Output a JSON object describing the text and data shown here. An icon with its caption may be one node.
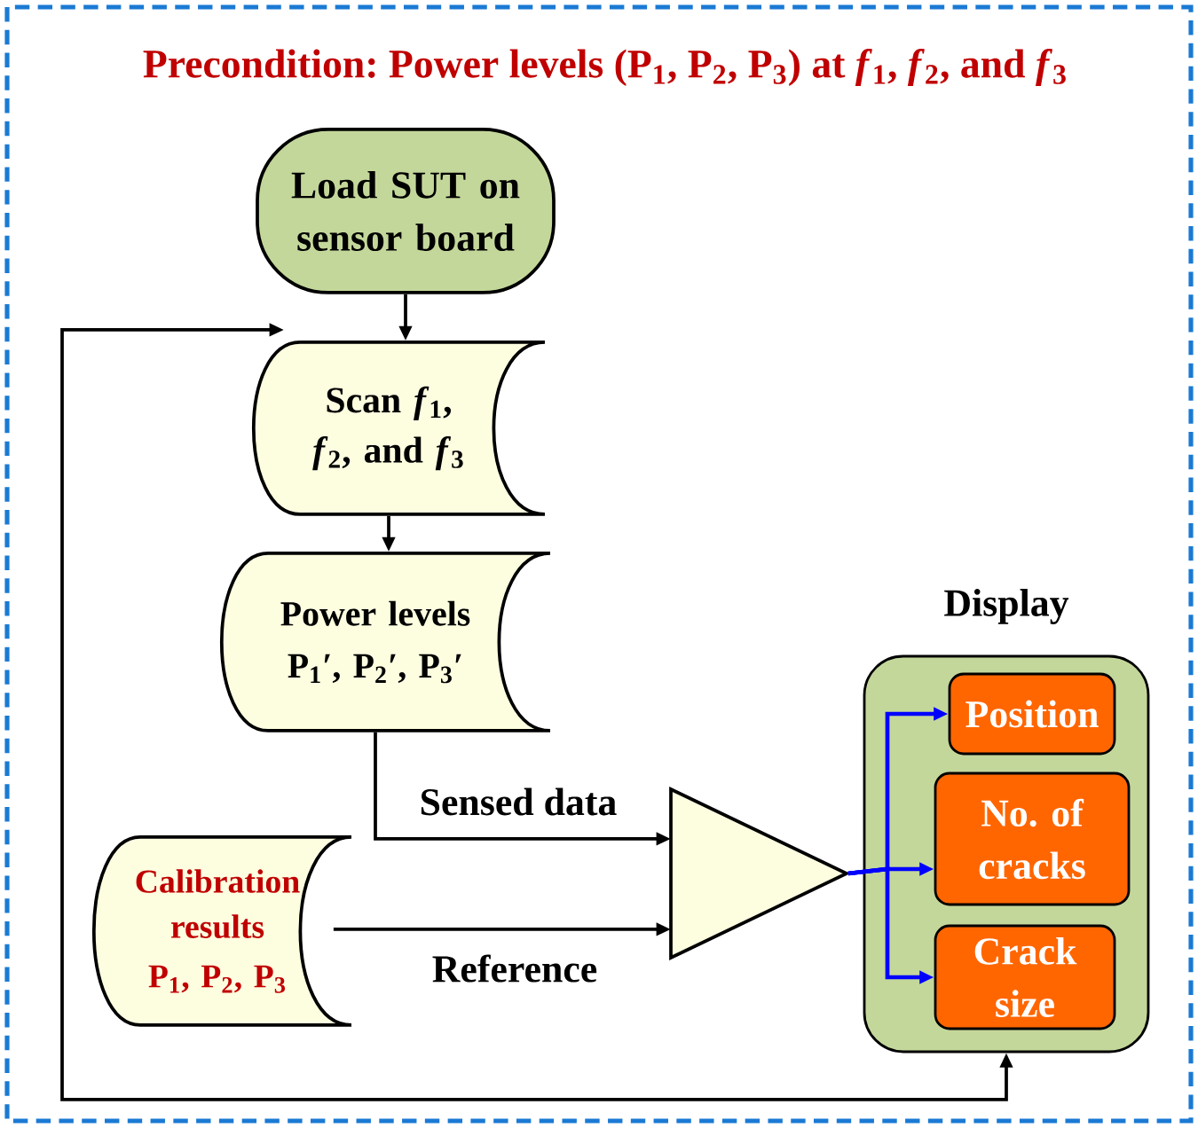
{
  "diagram": {
    "title": "Precondition: Power levels (P$_{1}$, P$_{2}$, P$_{3}$) at *f*$_{1}$, *f*$_{2}$, and *f*$_{3}$",
    "nodes": [
      {
        "text": [
          "Load SUT on sensor board"
        ]
      },
      {
        "text": [
          "Scan *f*$_{1}$, *f*$_{2}$, and *f*$_{3}$"
        ]
      },
      {
        "text": [
          "Power levels",
          "P$_{1}$′, P$_{2}$′, P$_{3}$′"
        ]
      },
      {
        "text": [
          "Calibration results",
          "P$_{1}$, P$_{2}$, P$_{3}$"
        ]
      },
      {
        "text": [],
        "shape": "triangle"
      },
      {
        "text": [
          "Display"
        ]
      },
      {
        "text": [
          "Position"
        ],
        "in": 5
      },
      {
        "text": [
          "No. of cracks"
        ],
        "in": 5
      },
      {
        "text": [
          "Crack size"
        ],
        "in": 5
      }
    ],
    "edges": [
      {
        "from": 0,
        "to": 1,
        "arrow": "to"
      },
      {
        "from": 1,
        "to": 2,
        "arrow": "to"
      },
      {
        "from": 2,
        "to": 4,
        "arrow": "to",
        "label": "Sensed data"
      },
      {
        "from": 3,
        "to": 4,
        "arrow": "to",
        "label": "Reference"
      },
      {
        "from": 4,
        "to": 6,
        "arrow": "to",
        "color": "#0000ff"
      },
      {
        "from": 4,
        "to": 7,
        "arrow": "to",
        "color": "#0000ff"
      },
      {
        "from": 4,
        "to": 8,
        "arrow": "to",
        "color": "#0000ff"
      },
      {
        "from": 5,
        "to": 1,
        "arrow": "both"
      }
    ]
  }
}
